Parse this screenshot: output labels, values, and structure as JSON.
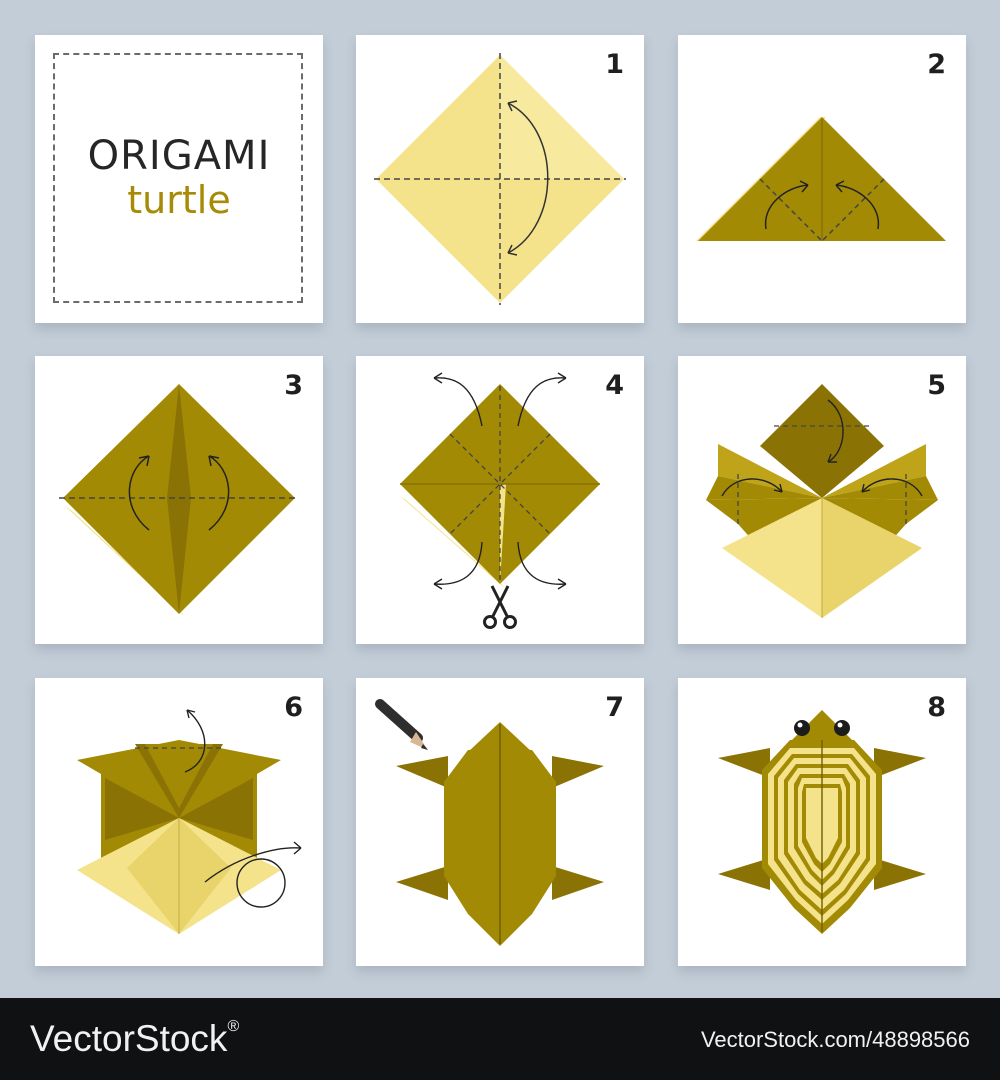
{
  "title_card": {
    "title": "ORIGAMI",
    "subtitle": "turtle"
  },
  "steps": [
    {
      "number": "1"
    },
    {
      "number": "2"
    },
    {
      "number": "3"
    },
    {
      "number": "4"
    },
    {
      "number": "5"
    },
    {
      "number": "6"
    },
    {
      "number": "7"
    },
    {
      "number": "8"
    }
  ],
  "footer": {
    "brand": "VectorStock",
    "registered_mark": "®",
    "image_id": "VectorStock.com/48898566"
  },
  "colors": {
    "background": "#c3cdd7",
    "paper_dark": "#a38a05",
    "paper_shadow": "#8a7304",
    "paper_light": "#f4e38a",
    "paper_pale": "#e8d46a",
    "footer": "#0f1113"
  },
  "icons": [
    "scissors-icon",
    "pencil-icon"
  ]
}
